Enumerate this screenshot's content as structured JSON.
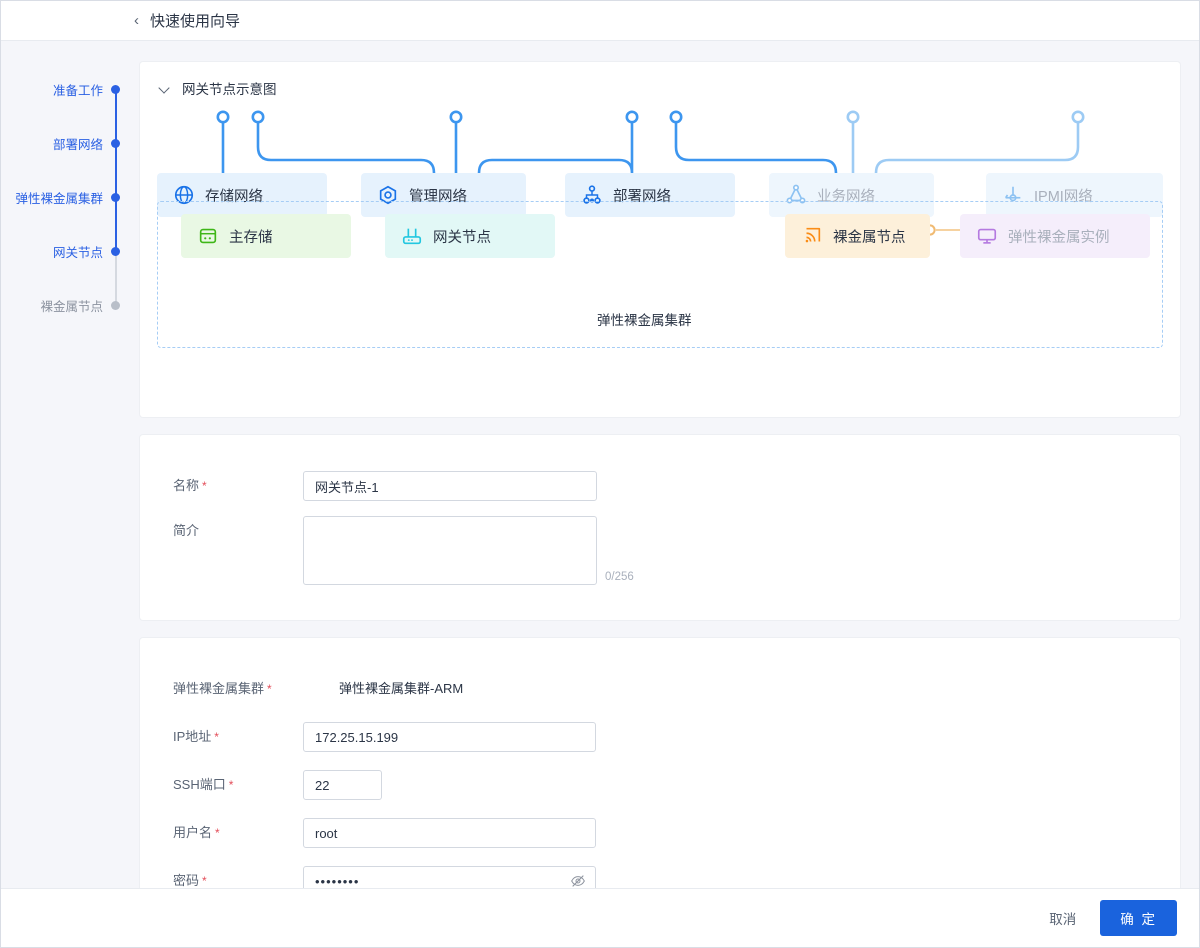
{
  "header": {
    "back_icon": "chevron-left-icon",
    "title": "快速使用向导"
  },
  "steps": [
    {
      "label": "准备工作",
      "state": "done"
    },
    {
      "label": "部署网络",
      "state": "done"
    },
    {
      "label": "弹性裸金属集群",
      "state": "done"
    },
    {
      "label": "网关节点",
      "state": "current"
    },
    {
      "label": "裸金属节点",
      "state": "pending"
    }
  ],
  "diagram": {
    "section_title": "网关节点示意图",
    "collapse_icon": "chevron-down-icon",
    "cluster_caption": "弹性裸金属集群",
    "networks": [
      {
        "label": "存储网络",
        "icon": "globe-icon",
        "state": "active"
      },
      {
        "label": "管理网络",
        "icon": "hexagon-target-icon",
        "state": "active"
      },
      {
        "label": "部署网络",
        "icon": "network-tree-icon",
        "state": "active"
      },
      {
        "label": "业务网络",
        "icon": "triangle-nodes-icon",
        "state": "disabled"
      },
      {
        "label": "IPMI网络",
        "icon": "ipmi-plug-icon",
        "state": "disabled"
      }
    ],
    "nodes": [
      {
        "label": "主存储",
        "icon": "database-icon",
        "state": "active"
      },
      {
        "label": "网关节点",
        "icon": "router-icon",
        "state": "active"
      },
      {
        "label": "裸金属节点",
        "icon": "signal-icon",
        "state": "active"
      },
      {
        "label": "弹性裸金属实例",
        "icon": "monitor-icon",
        "state": "disabled"
      }
    ]
  },
  "basic_form": {
    "name": {
      "label": "名称",
      "required": true,
      "value": "网关节点-1",
      "placeholder": ""
    },
    "desc": {
      "label": "简介",
      "required": false,
      "value": "",
      "placeholder": "",
      "counter": "0/256"
    }
  },
  "conn_form": {
    "cluster": {
      "label": "弹性裸金属集群",
      "required": true,
      "value": "弹性裸金属集群-ARM"
    },
    "ip": {
      "label": "IP地址",
      "required": true,
      "value": "172.25.15.199",
      "placeholder": ""
    },
    "ssh_port": {
      "label": "SSH端口",
      "required": true,
      "value": "22",
      "placeholder": ""
    },
    "username": {
      "label": "用户名",
      "required": true,
      "value": "root",
      "placeholder": ""
    },
    "password": {
      "label": "密码",
      "required": true,
      "value": "••••••••",
      "placeholder": "",
      "toggle_icon": "eye-off-icon"
    }
  },
  "footer": {
    "cancel_label": "取消",
    "confirm_label": "确 定"
  },
  "colors": {
    "accent": "#1a63dd",
    "step_active": "#2b61e3",
    "step_pending": "#b9bfc9",
    "link_blue": "#3d96ef",
    "link_blue_light": "#9dcbf4",
    "terminal_green": "#52c41a",
    "terminal_cyan": "#22c7e0",
    "terminal_orange": "#fa8c16",
    "terminal_orange_light": "#ffc97e",
    "required_red": "#e34d59"
  }
}
